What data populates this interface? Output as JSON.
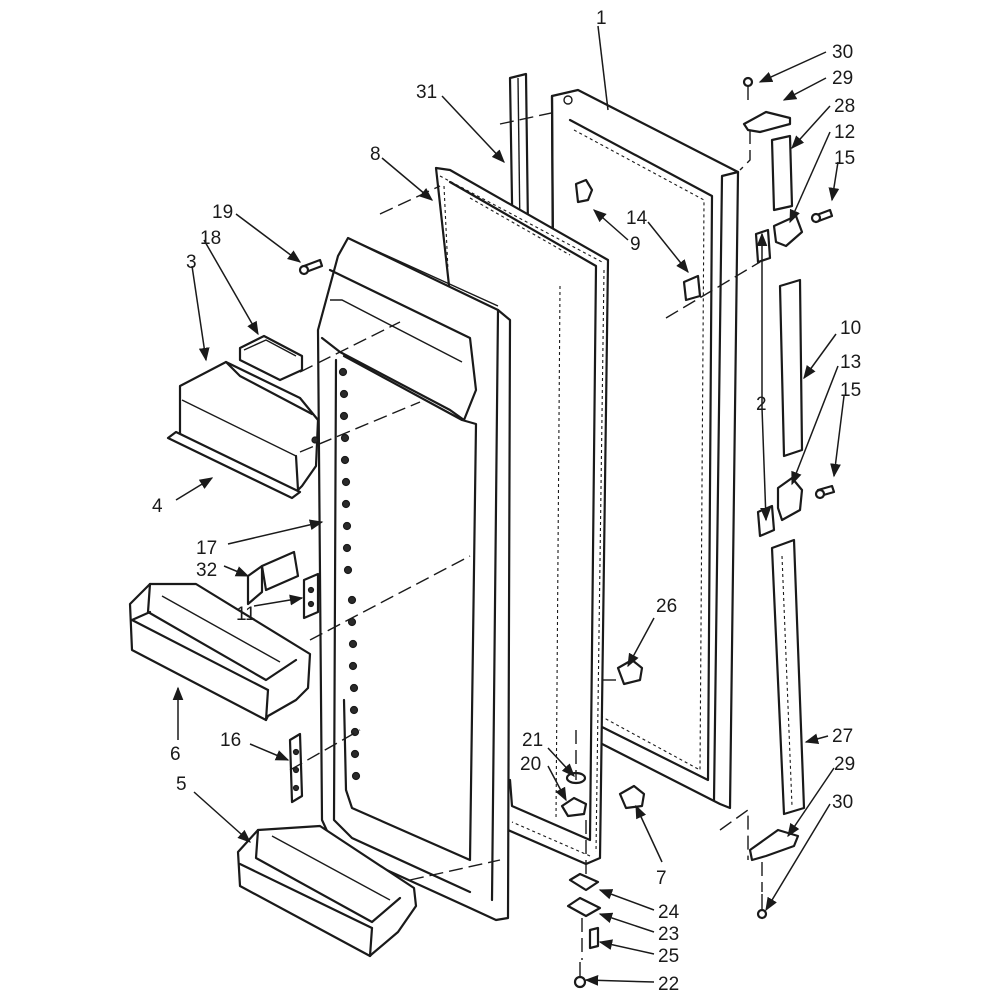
{
  "diagram": {
    "labels": [
      {
        "id": "l1",
        "text": "1"
      },
      {
        "id": "l30a",
        "text": "30"
      },
      {
        "id": "l29a",
        "text": "29"
      },
      {
        "id": "l28",
        "text": "28"
      },
      {
        "id": "l12",
        "text": "12"
      },
      {
        "id": "l15a",
        "text": "15"
      },
      {
        "id": "l31",
        "text": "31"
      },
      {
        "id": "l8",
        "text": "8"
      },
      {
        "id": "l19",
        "text": "19"
      },
      {
        "id": "l18",
        "text": "18"
      },
      {
        "id": "l3",
        "text": "3"
      },
      {
        "id": "l9",
        "text": "9"
      },
      {
        "id": "l14",
        "text": "14"
      },
      {
        "id": "l10",
        "text": "10"
      },
      {
        "id": "l13",
        "text": "13"
      },
      {
        "id": "l15b",
        "text": "15"
      },
      {
        "id": "l2",
        "text": "2"
      },
      {
        "id": "l4",
        "text": "4"
      },
      {
        "id": "l17",
        "text": "17"
      },
      {
        "id": "l32",
        "text": "32"
      },
      {
        "id": "l11",
        "text": "11"
      },
      {
        "id": "l26",
        "text": "26"
      },
      {
        "id": "l6",
        "text": "6"
      },
      {
        "id": "l16",
        "text": "16"
      },
      {
        "id": "l5",
        "text": "5"
      },
      {
        "id": "l21",
        "text": "21"
      },
      {
        "id": "l20",
        "text": "20"
      },
      {
        "id": "l7",
        "text": "7"
      },
      {
        "id": "l27",
        "text": "27"
      },
      {
        "id": "l29b",
        "text": "29"
      },
      {
        "id": "l30b",
        "text": "30"
      },
      {
        "id": "l24",
        "text": "24"
      },
      {
        "id": "l23",
        "text": "23"
      },
      {
        "id": "l25",
        "text": "25"
      },
      {
        "id": "l22",
        "text": "22"
      }
    ]
  }
}
